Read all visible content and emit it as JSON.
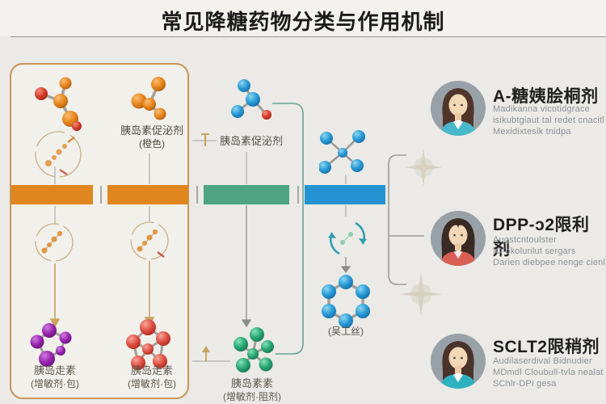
{
  "header": {
    "title": "常见降糖药物分类与作用机制"
  },
  "left_box": {
    "secretagogue_label": {
      "line1": "胰岛素促泌剂",
      "line2": "(橙色)"
    },
    "product_left": {
      "line1": "胰岛走素",
      "line2": "(增敏剂·包)"
    },
    "product_right": {
      "line1": "胰岛走素",
      "line2": "(增敏剂·包)"
    }
  },
  "middle_column": {
    "secretagogue_label": "胰岛素促泌剂",
    "product_label": {
      "line1": "胰岛素素",
      "line2": "(增敏剂·阻剂)"
    }
  },
  "right_column": {
    "hexagon_label": "(吴工丝)",
    "entries": [
      {
        "title": "A-糖姨脍桐剂",
        "line1": "Madikanna vicotidgrace",
        "line2": "isikubtgiaut tal redet cnacitl",
        "line3": "Mexidixtesik tnidpa"
      },
      {
        "title": "DPP-ɔ2限利剂",
        "line1": "Augstcntoulster",
        "line2": "IO okolunlut sergars",
        "line3": "Darien diebpee nenge cienl"
      },
      {
        "title": "SCLT2限稍剂",
        "line1": "Audilaserdival Bidnudier",
        "line2": "MDmdl Cloubull-tvla nealat",
        "line3": "SChlr-DPi gesa"
      }
    ]
  },
  "colors": {
    "orange_bar": "#e0861f",
    "teal_bar": "#4da586",
    "blue_bar": "#2593d2",
    "box_border": "#c8955a",
    "background": "#ebeae7"
  }
}
